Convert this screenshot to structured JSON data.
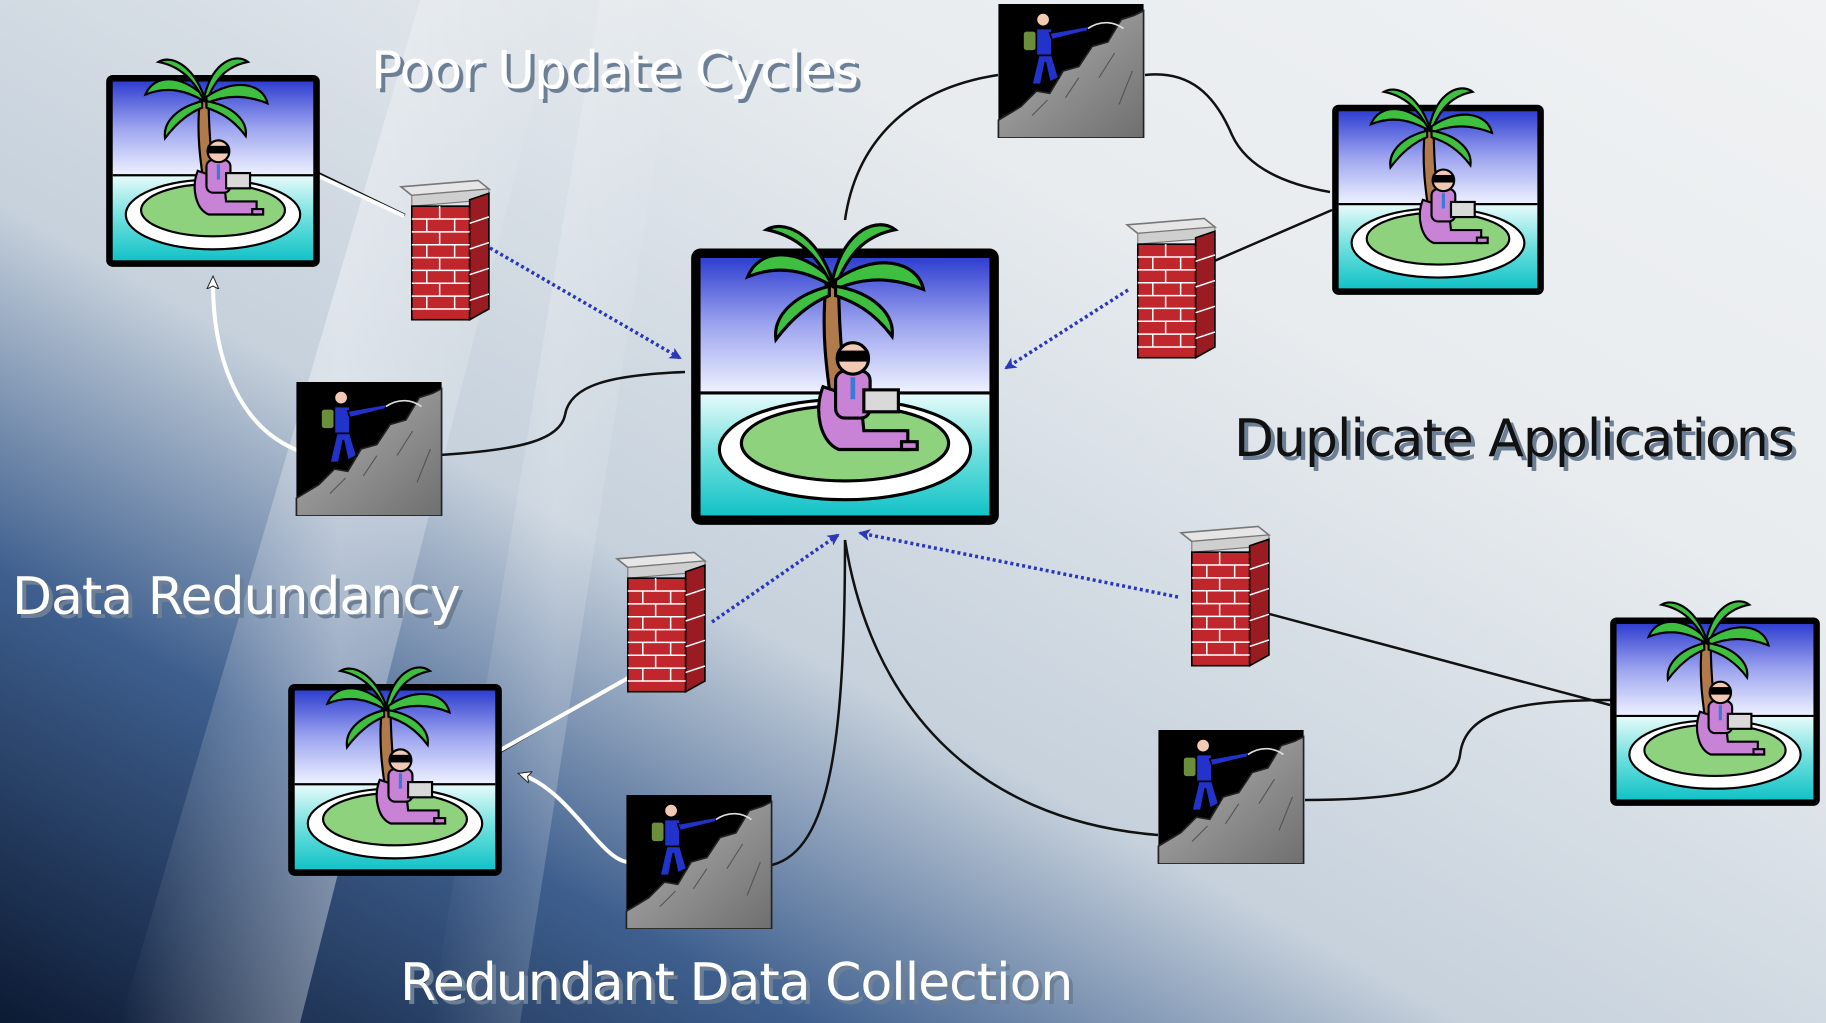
{
  "labels": {
    "poor_update_cycles": "Poor Update Cycles",
    "duplicate_applications": "Duplicate Applications",
    "data_redundancy": "Data Redundancy",
    "redundant_data_collection": "Redundant Data Collection"
  },
  "icons": {
    "island": "island-with-palm-tree-icon",
    "climber": "mountain-climber-icon",
    "wall": "brick-wall-icon"
  },
  "colors": {
    "connector": "#111111",
    "dotted_arrow": "#2a37b8",
    "island_grass": "#8ed27e",
    "person_suit": "#c983d6",
    "brick": "#c0272d",
    "rock": "#8c8c8c"
  }
}
